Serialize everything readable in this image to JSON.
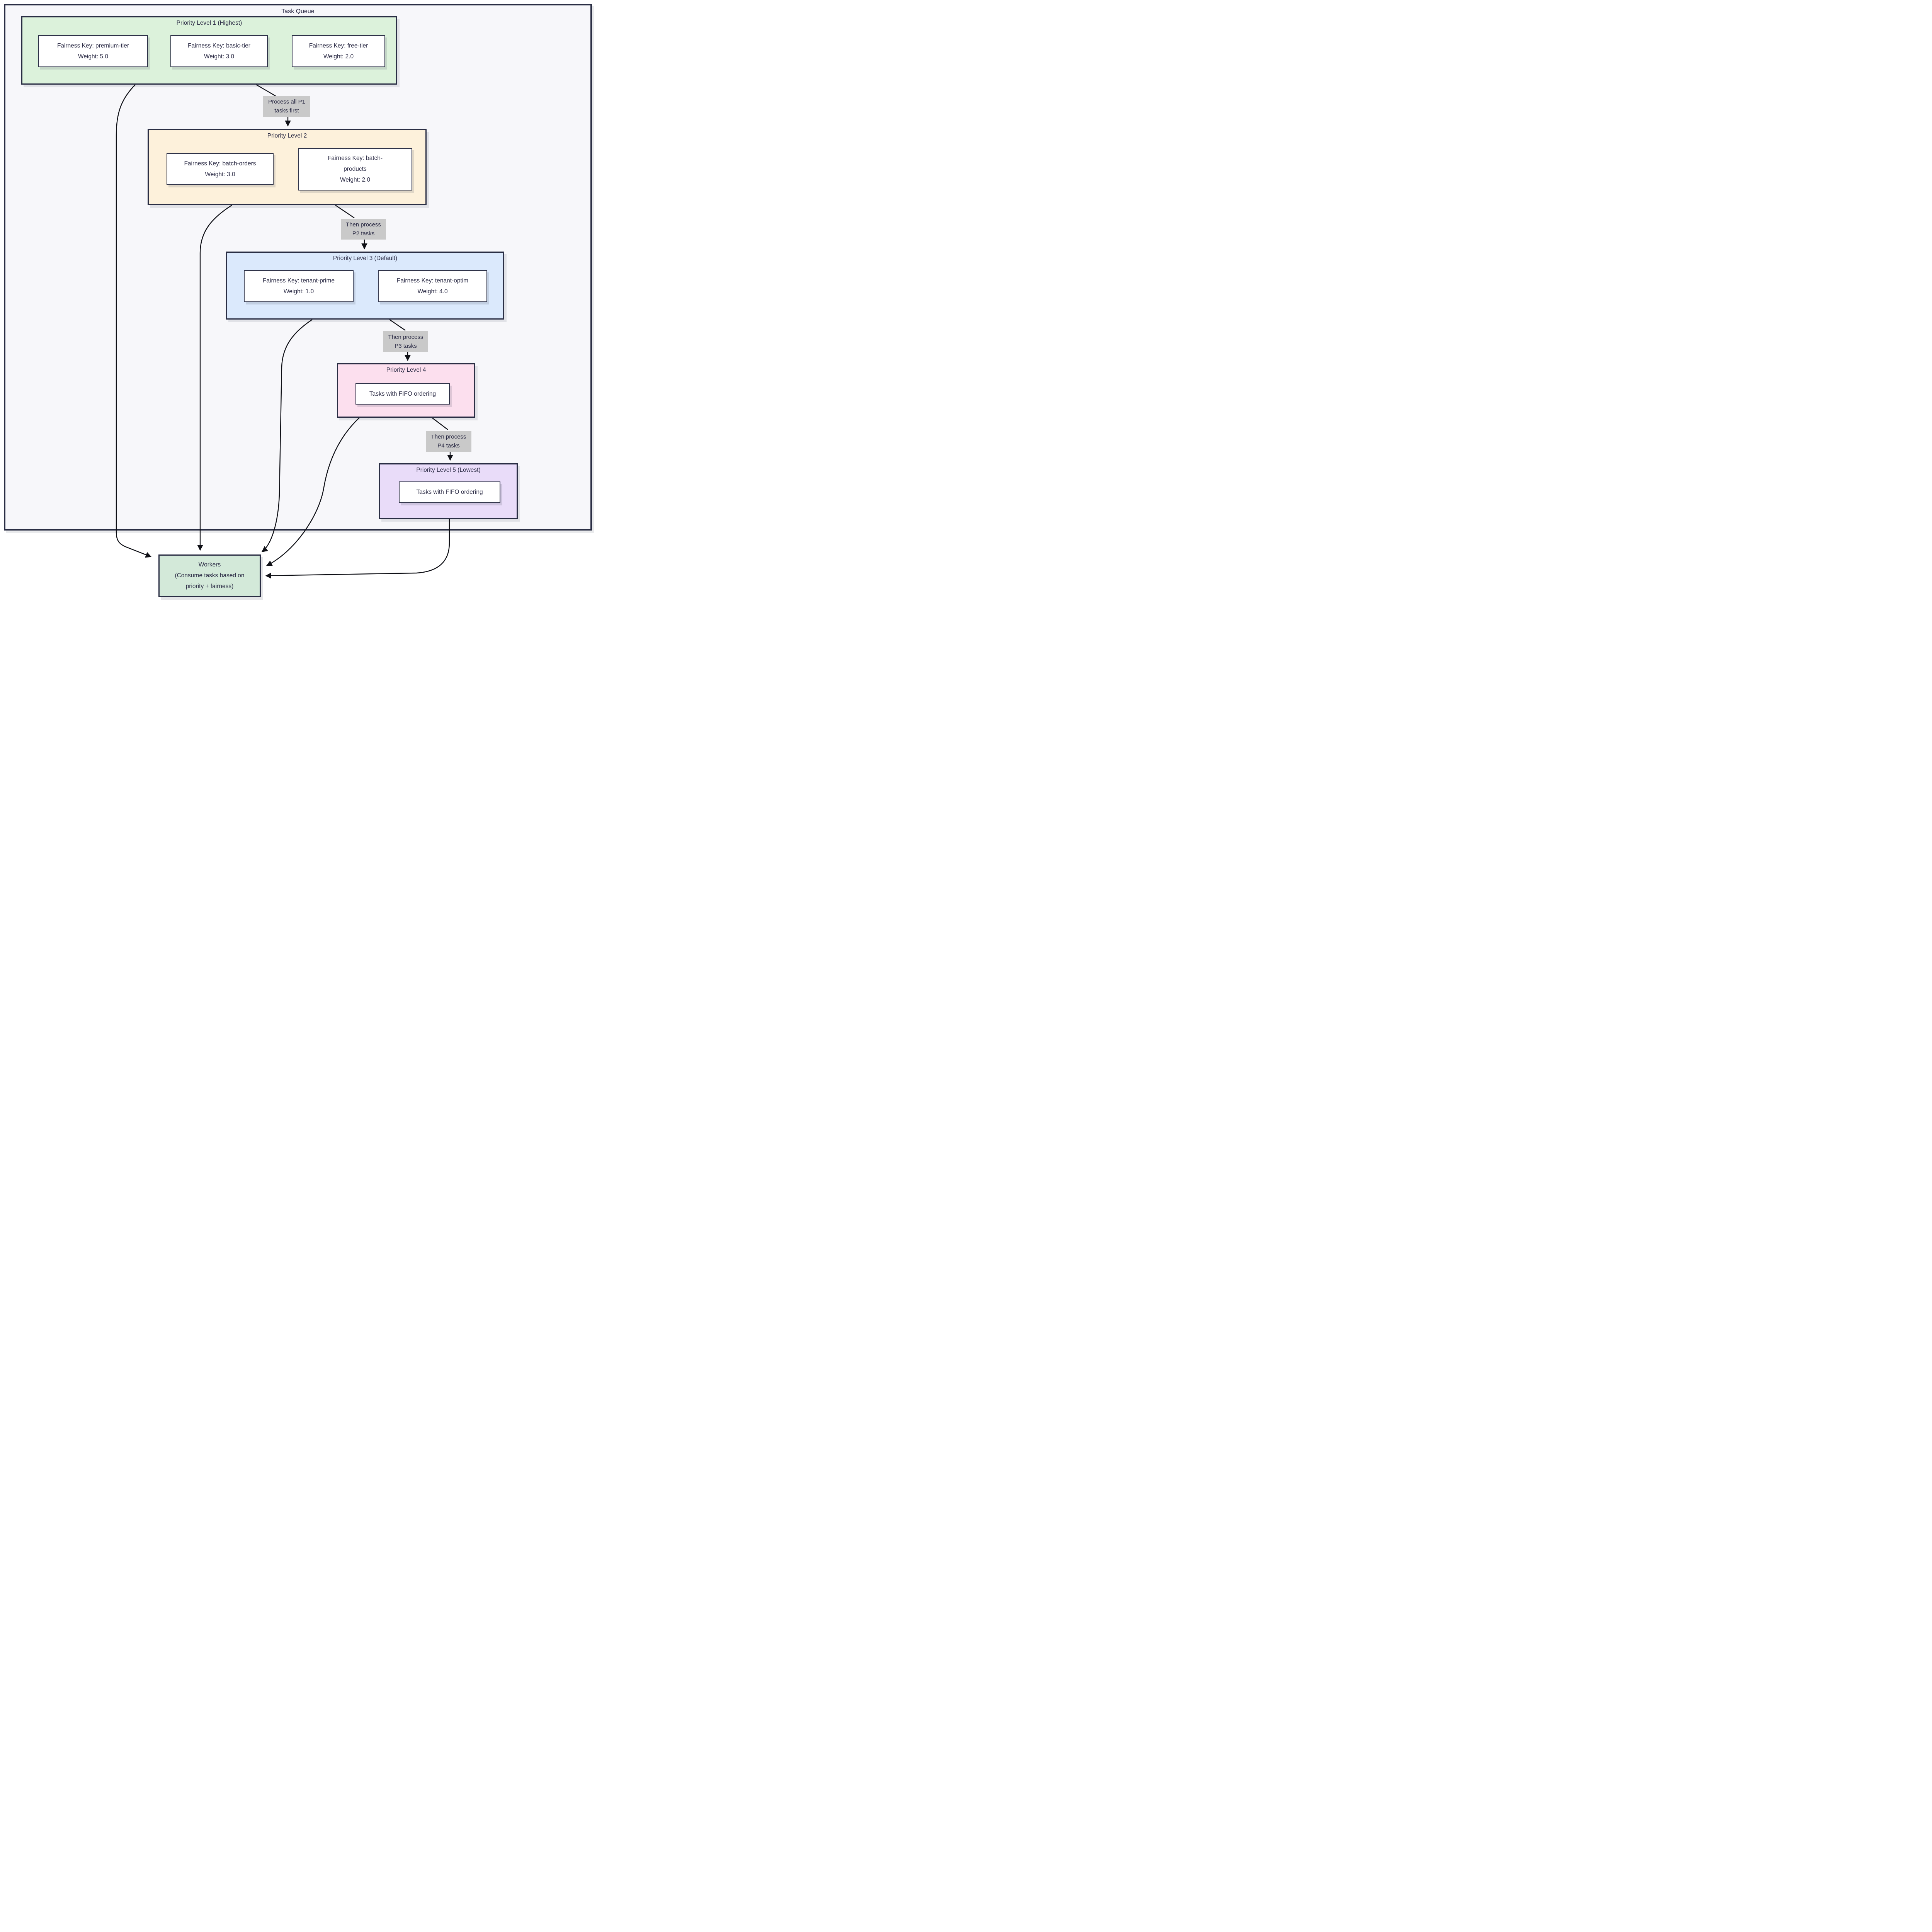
{
  "title": "Task Queue",
  "clusters": {
    "p1": {
      "title": "Priority Level 1 (Highest)",
      "nodes": {
        "premium": {
          "line1": "Fairness Key: premium-tier",
          "line2": "Weight: 5.0"
        },
        "basic": {
          "line1": "Fairness Key: basic-tier",
          "line2": "Weight: 3.0"
        },
        "free": {
          "line1": "Fairness Key: free-tier",
          "line2": "Weight: 2.0"
        }
      }
    },
    "p2": {
      "title": "Priority Level 2",
      "nodes": {
        "batch_orders": {
          "line1": "Fairness Key: batch-orders",
          "line2": "Weight: 3.0"
        },
        "batch_products": {
          "line1": "Fairness Key: batch-",
          "line2": "products",
          "line3": "Weight: 2.0"
        }
      }
    },
    "p3": {
      "title": "Priority Level 3 (Default)",
      "nodes": {
        "tenant_prime": {
          "line1": "Fairness Key: tenant-prime",
          "line2": "Weight: 1.0"
        },
        "tenant_optim": {
          "line1": "Fairness Key: tenant-optim",
          "line2": "Weight: 4.0"
        }
      }
    },
    "p4": {
      "title": "Priority Level 4",
      "nodes": {
        "fifo": {
          "line1": "Tasks with FIFO ordering"
        }
      }
    },
    "p5": {
      "title": "Priority Level 5 (Lowest)",
      "nodes": {
        "fifo": {
          "line1": "Tasks with FIFO ordering"
        }
      }
    }
  },
  "edge_labels": {
    "p1_p2": {
      "line1": "Process all P1",
      "line2": "tasks first"
    },
    "p2_p3": {
      "line1": "Then process",
      "line2": "P2 tasks"
    },
    "p3_p4": {
      "line1": "Then process",
      "line2": "P3 tasks"
    },
    "p4_p5": {
      "line1": "Then process",
      "line2": "P4 tasks"
    }
  },
  "workers": {
    "line1": "Workers",
    "line2": "(Consume tasks based on",
    "line3": "priority + fairness)"
  },
  "colors": {
    "border": "#2a2e44",
    "node_border": "#2f3349",
    "text": "#2b2b45",
    "arrow": "#0f1016",
    "p1_fill": "#dcf2db",
    "p2_fill": "#fdf1db",
    "p3_fill": "#dbe9fc",
    "p4_fill": "#fcdfee",
    "p5_fill": "#e9dcf9",
    "workers_fill": "#d3e9d9",
    "outer_fill": "#f7f7fa",
    "label_bg": "#c9c9c9"
  }
}
